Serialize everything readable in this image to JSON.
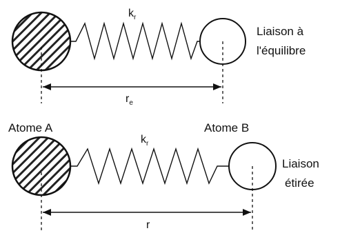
{
  "top": {
    "spring_label": "k",
    "spring_sub": "r",
    "state_line1": "Liaison à",
    "state_line2": "l'équilibre",
    "distance_label": "r",
    "distance_sub": "e"
  },
  "bottom": {
    "atom_a": "Atome A",
    "atom_b": "Atome B",
    "spring_label": "k",
    "spring_sub": "r",
    "state_line1": "Liaison",
    "state_line2": "étirée",
    "distance_label": "r"
  },
  "colors": {
    "line": "#111111",
    "background": "#ffffff"
  }
}
